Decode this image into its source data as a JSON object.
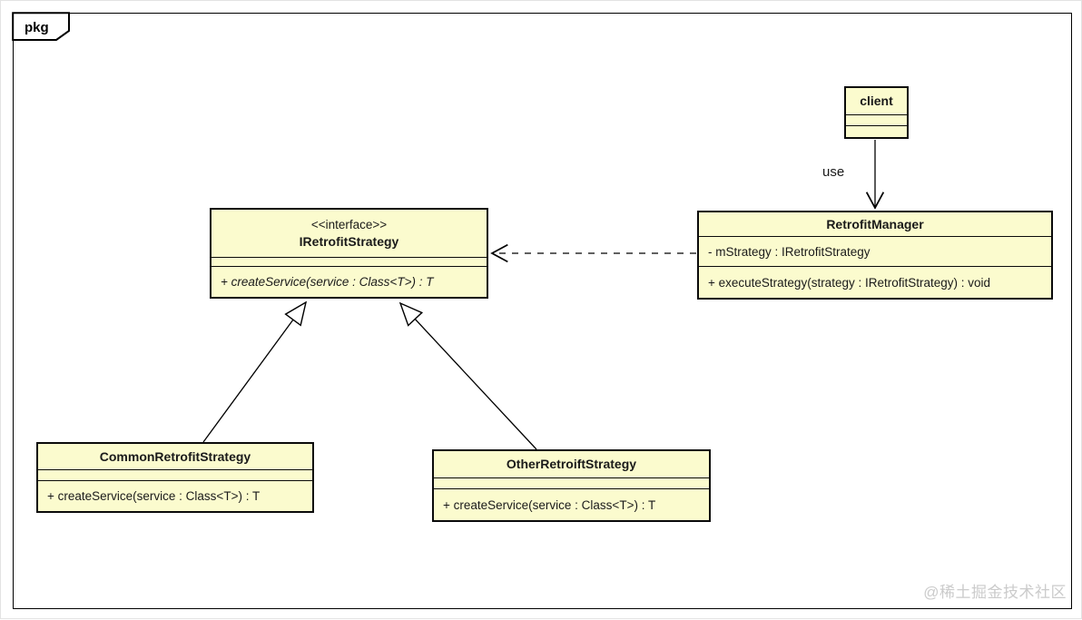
{
  "frame": {
    "tab_label": "pkg"
  },
  "colors": {
    "class_fill": "#fbfbce",
    "border": "#000000",
    "watermark": "#cbcbcb"
  },
  "diagram_type": "uml-class-diagram",
  "classes": {
    "client": {
      "title": "client"
    },
    "retrofit_manager": {
      "title": "RetrofitManager",
      "attributes": [
        "- mStrategy : IRetrofitStrategy"
      ],
      "methods": [
        "+ executeStrategy(strategy : IRetrofitStrategy) : void"
      ]
    },
    "iretrofit_strategy": {
      "stereotype": "<<interface>>",
      "title": "IRetrofitStrategy",
      "methods": [
        "+ createService(service : Class<T>) : T"
      ]
    },
    "common_retrofit_strategy": {
      "title": "CommonRetrofitStrategy",
      "methods": [
        "+ createService(service : Class<T>) : T"
      ]
    },
    "other_retroift_strategy": {
      "title": "OtherRetroiftStrategy",
      "methods": [
        "+ createService(service : Class<T>) : T"
      ]
    }
  },
  "edges": {
    "use_label": "use",
    "client_to_manager": "solid open arrow",
    "manager_to_interface": "dashed open arrow (dependency)",
    "common_to_interface": "solid hollow-triangle (realization)",
    "other_to_interface": "solid hollow-triangle (realization)"
  },
  "watermark": {
    "text": "@稀土掘金技术社区"
  }
}
